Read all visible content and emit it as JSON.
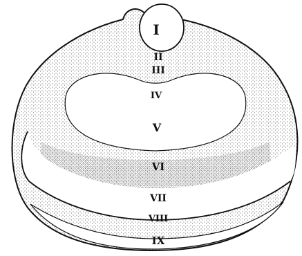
{
  "figure": {
    "labels": {
      "l1": "I",
      "l2": "II",
      "l3": "III",
      "l4": "IV",
      "l5": "V",
      "l6": "VI",
      "l7": "VII",
      "l8": "VIII",
      "l9": "IX"
    },
    "colors": {
      "ink": "#111111",
      "paper": "#ffffff"
    }
  }
}
